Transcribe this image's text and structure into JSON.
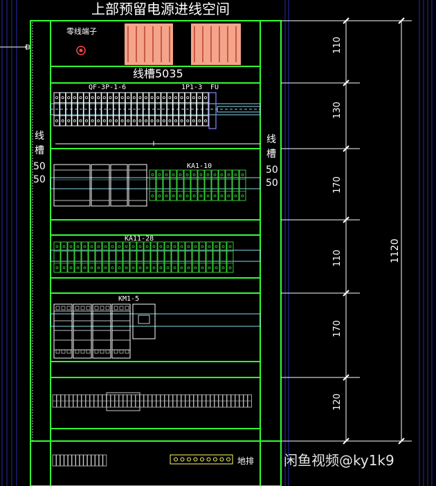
{
  "title": "上部预留电源进线空间",
  "neutral_terminal_label": "零线端子",
  "wire_trough_top": "线槽5035",
  "wire_trough_side": {
    "ch1": "线",
    "ch2": "槽",
    "n1": "50",
    "n2": "50"
  },
  "device_labels": {
    "qf": "QF-3P-1-6",
    "ip": "1P1-3",
    "fu": "FU",
    "ka1": "KA1-10",
    "ka11": "KA11-28",
    "km": "KM1-5",
    "ground_bar": "地排"
  },
  "dimensions": {
    "d1": "110",
    "d2": "130",
    "d3": "170",
    "d4": "110",
    "d5": "170",
    "d6": "120",
    "total": "1120"
  },
  "watermark": "闲鱼视频@ky1k9",
  "colors": {
    "frame": "#33ff33",
    "white": "#ffffff",
    "blue": "#2222aa",
    "salmon": "#f4a48a",
    "green_device": "#33cc33",
    "cyan_rail": "#88ddee"
  }
}
